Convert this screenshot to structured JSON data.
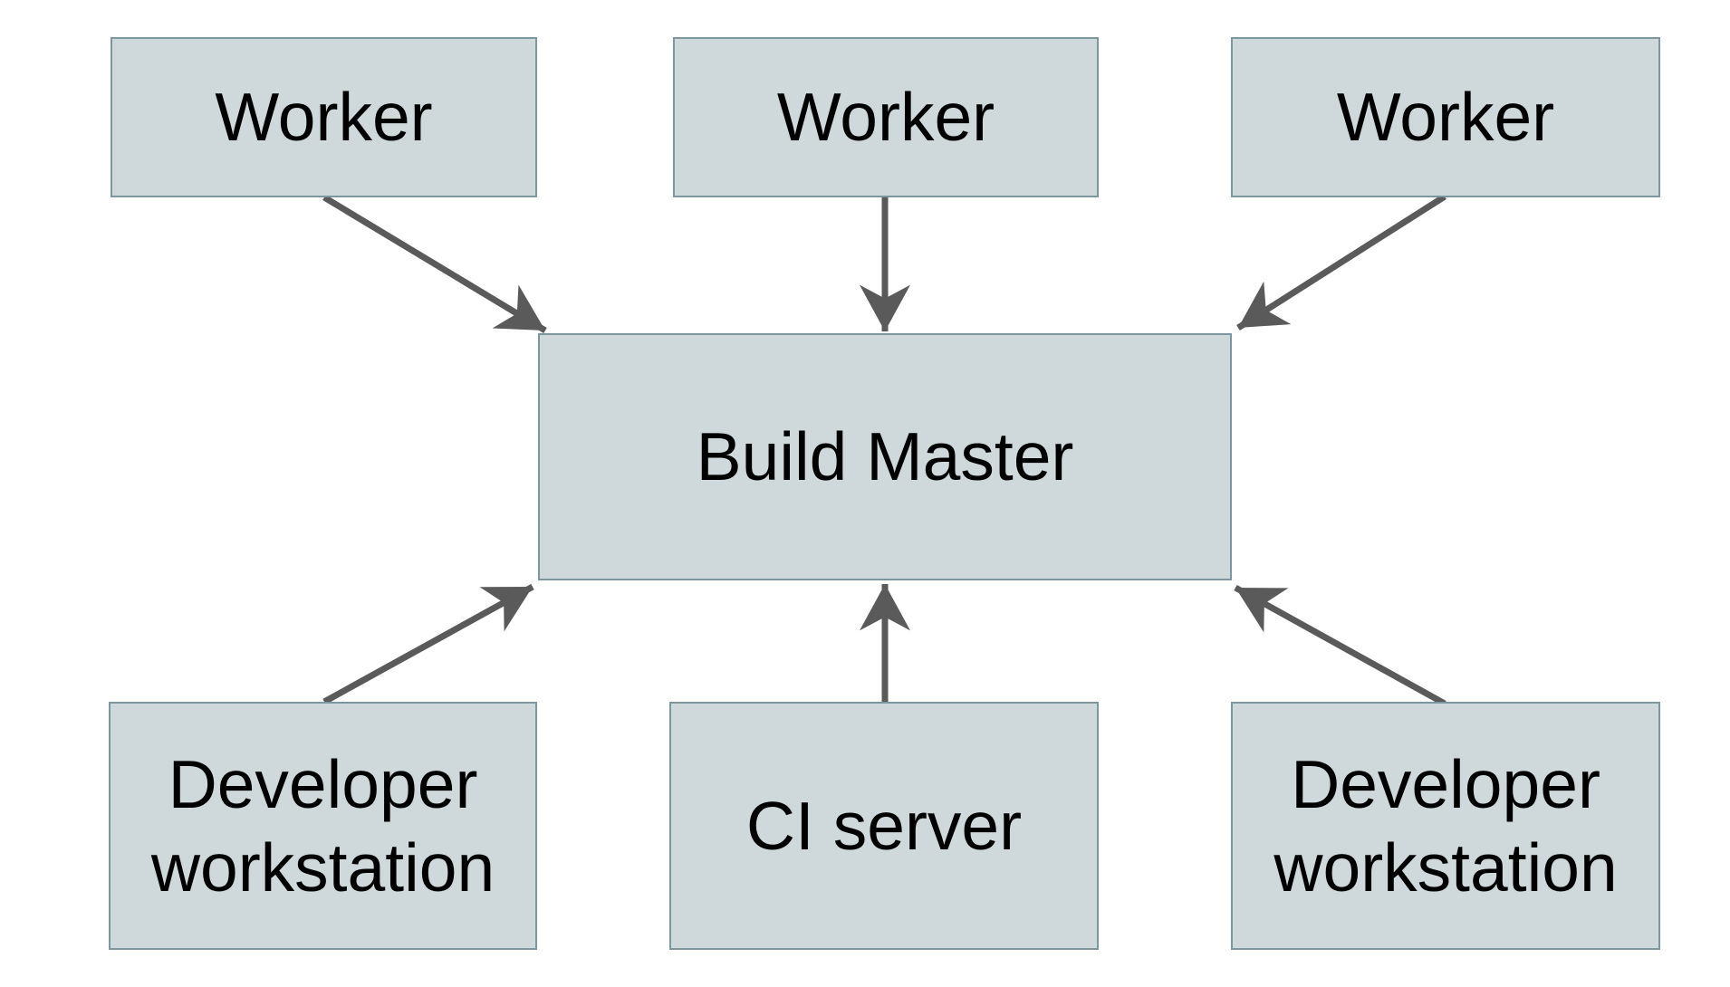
{
  "diagram": {
    "nodes": [
      {
        "id": "worker-1",
        "label": "Worker"
      },
      {
        "id": "worker-2",
        "label": "Worker"
      },
      {
        "id": "worker-3",
        "label": "Worker"
      },
      {
        "id": "build-master",
        "label": "Build Master"
      },
      {
        "id": "dev-workstation-left",
        "label": "Developer workstation"
      },
      {
        "id": "ci-server",
        "label": "CI server"
      },
      {
        "id": "dev-workstation-right",
        "label": "Developer workstation"
      }
    ],
    "edges": [
      {
        "from": "worker-1",
        "to": "build-master"
      },
      {
        "from": "worker-2",
        "to": "build-master"
      },
      {
        "from": "worker-3",
        "to": "build-master"
      },
      {
        "from": "dev-workstation-left",
        "to": "build-master"
      },
      {
        "from": "ci-server",
        "to": "build-master"
      },
      {
        "from": "dev-workstation-right",
        "to": "build-master"
      }
    ],
    "colors": {
      "background": "#ffffff",
      "node_fill": "#cfd8da",
      "node_border": "#7d97a1",
      "arrow": "#5a5a5a",
      "text": "#000000"
    }
  }
}
